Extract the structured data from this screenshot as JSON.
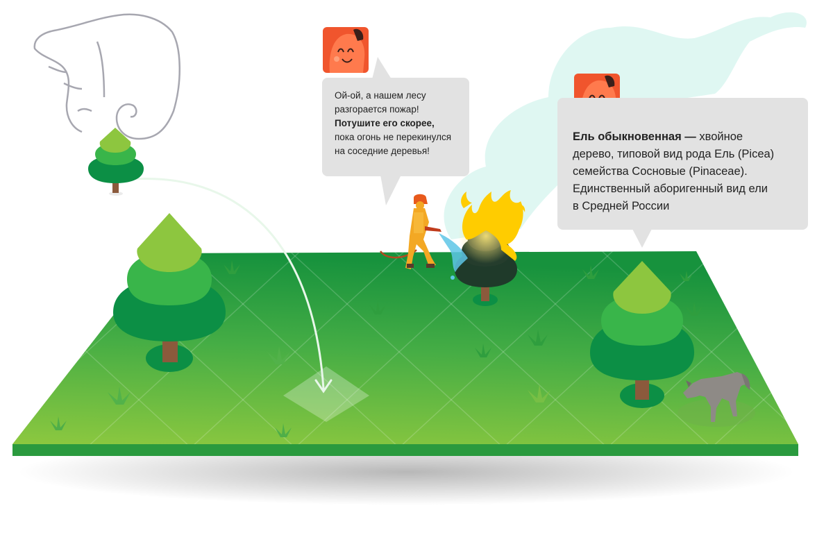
{
  "fire_bubble": {
    "line1": "Ой-ой, а нашем лесу",
    "line2": "разгорается пожар!",
    "bold": "Потушите его скорее,",
    "line3": "пока огонь не перекинулся",
    "line4": "на соседние деревья!"
  },
  "info_bubble": {
    "term": "Ель обыкновенная —",
    "line1_rest": " хвойное",
    "line2": "дерево, типовой вид рода Ель (Picea)",
    "line3": "семейства Сосновые (Pinaceae).",
    "line4": "Единственный аборигенный вид ели",
    "line5": "в Средней России"
  },
  "colors": {
    "ground_light": "#8cc83f",
    "ground_dark": "#1f9a3f",
    "ground_edge": "#2a9a3e",
    "tree_top": "#8dc63f",
    "tree_mid": "#39b54a",
    "tree_bottom": "#0c8f45",
    "trunk": "#8b5a3c",
    "fire": "#ffcc00",
    "smoke": "#dff7f2",
    "avatar_bg": "#f0552d"
  },
  "icons": [
    "hand-cursor-icon",
    "drop-target-arrow-icon",
    "mascot-avatar-icon",
    "firefighter-icon",
    "fire-icon",
    "wolf-icon",
    "grass-tuft-icon"
  ]
}
